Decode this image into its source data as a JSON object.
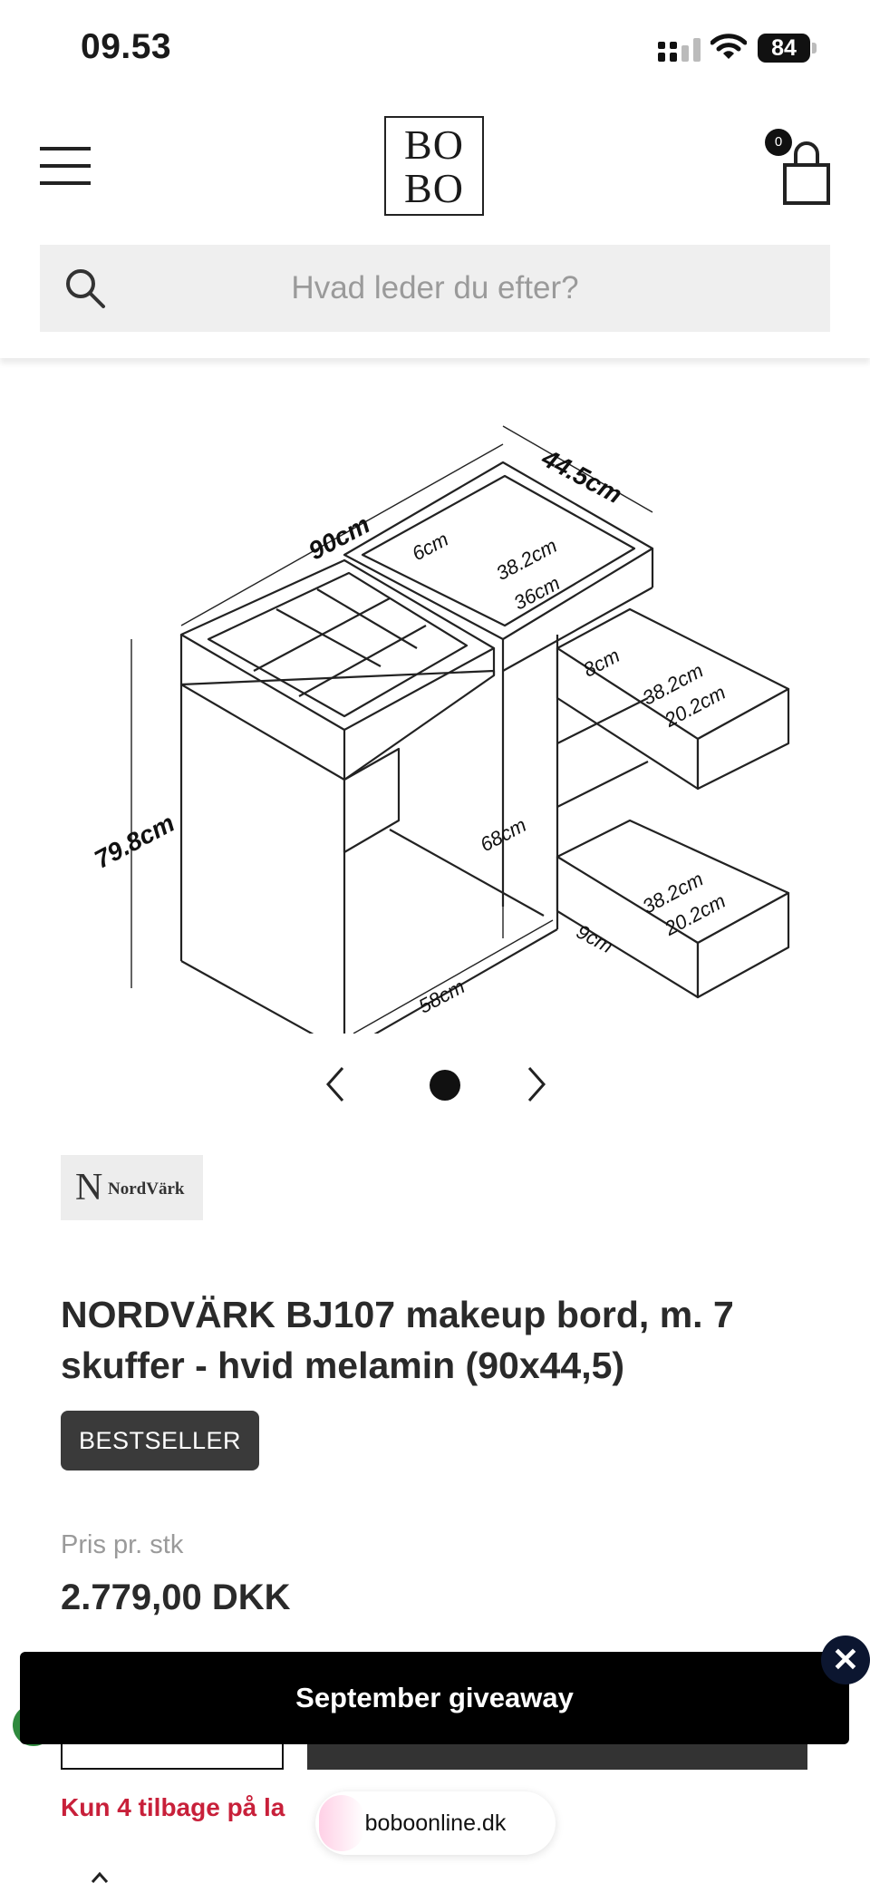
{
  "status_bar": {
    "time": "09.53",
    "battery": "84"
  },
  "header": {
    "logo_line1": "BO",
    "logo_line2": "BO",
    "cart_count": "0",
    "search_placeholder": "Hvad leder du efter?"
  },
  "product_image": {
    "dimensions": {
      "width": "90cm",
      "depth": "44.5cm",
      "height": "79.8cm",
      "top_inner_depth": "6cm",
      "top_inner_length": "38.2cm",
      "top_inner_width": "36cm",
      "drawer_depth": "8cm",
      "drawer_length": "38.2cm",
      "drawer_width": "20.2cm",
      "leg_height": "68cm",
      "base_depth": "58cm",
      "lower_drawer_length": "38.2cm",
      "lower_drawer_width": "20.2cm",
      "lower_drawer_depth": "9cm"
    },
    "active_slide": 1,
    "total_slides": 1
  },
  "brand": {
    "initial": "N",
    "name": "NordVärk"
  },
  "product": {
    "title": "NORDVÄRK BJ107 makeup bord, m. 7 skuffer - hvid melamin (90x44,5)",
    "badge": "BESTSELLER",
    "price_label": "Pris pr. stk",
    "price": "2.779,00 DKK",
    "stock_notice": "Kun 4 tilbage på la"
  },
  "banner": {
    "label": "September giveaway",
    "close_symbol": "✕"
  },
  "browser": {
    "url": "boboonline.dk"
  }
}
